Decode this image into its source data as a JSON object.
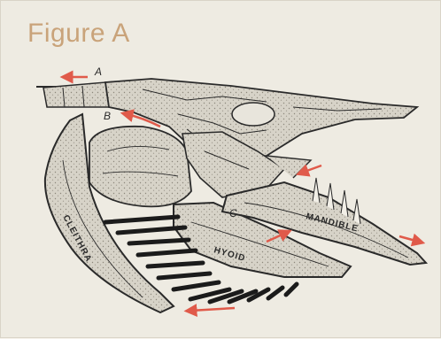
{
  "figure": {
    "title": "Figure A",
    "labels": {
      "a": "A",
      "b": "B",
      "c": "C",
      "mandible": "MANDIBLE",
      "hyoid": "HYOID",
      "cleithra": "CLEITHRA"
    },
    "colors": {
      "arrow": "#e05a4a",
      "ink": "#2a2a2a",
      "bone_fill": "#d7d3c8",
      "background": "#eeebe2",
      "title": "#c9a37a"
    }
  }
}
